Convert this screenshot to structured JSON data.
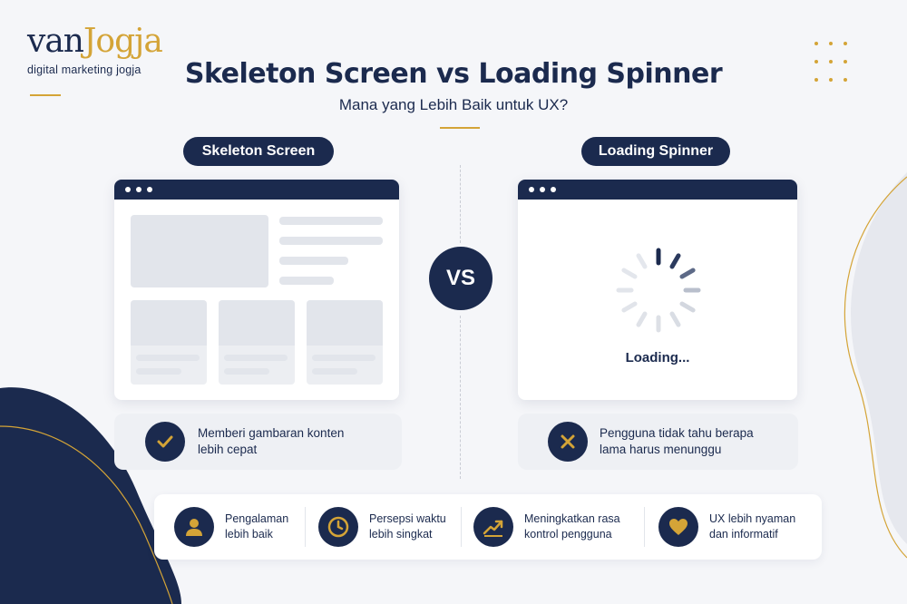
{
  "logo": {
    "part1": "van",
    "part2": "Jogja",
    "tagline": "digital marketing jogja"
  },
  "header": {
    "title": "Skeleton Screen vs Loading Spinner",
    "subtitle": "Mana yang Lebih Baik untuk UX?"
  },
  "left": {
    "pill": "Skeleton Screen",
    "benefit": {
      "line1": "Memberi gambaran konten",
      "line2": "lebih cepat",
      "icon": "check-icon"
    }
  },
  "vs_label": "VS",
  "right": {
    "pill": "Loading Spinner",
    "loading_text": "Loading...",
    "drawback": {
      "line1": "Pengguna tidak tahu berapa",
      "line2": "lama harus menunggu",
      "icon": "x-icon"
    }
  },
  "bottom": [
    {
      "line1": "Pengalaman",
      "line2": "lebih baik",
      "icon": "user-icon"
    },
    {
      "line1": "Persepsi waktu",
      "line2": "lebih singkat",
      "icon": "clock-icon"
    },
    {
      "line1": "Meningkatkan rasa",
      "line2": "kontrol pengguna",
      "icon": "trend-up-icon"
    },
    {
      "line1": "UX lebih nyaman",
      "line2": "dan informatif",
      "icon": "heart-icon"
    }
  ],
  "colors": {
    "navy": "#1b2a4e",
    "gold": "#d4a437",
    "skeleton": "#e2e5eb",
    "background": "#f5f6f9"
  }
}
